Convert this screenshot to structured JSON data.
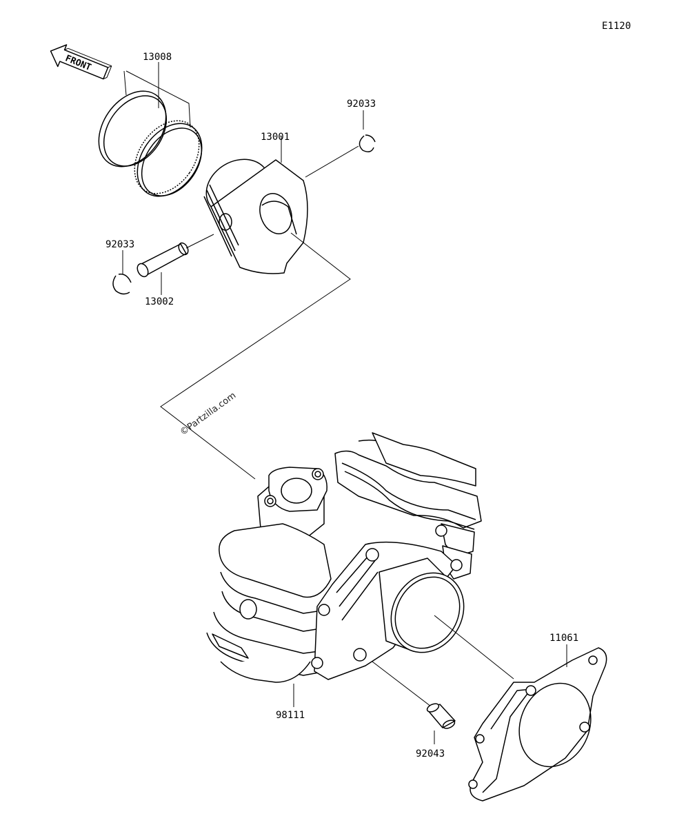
{
  "diagram_code": "E1120",
  "front_label": "FRONT",
  "watermark": "©Partzilla.com",
  "footer": "",
  "parts": {
    "piston_rings": "13008",
    "piston": "13001",
    "clip_right": "92033",
    "clip_left": "92033",
    "piston_pin": "13002",
    "gasket": "11061",
    "cylinder": "98111",
    "dowel_pin": "92043"
  }
}
